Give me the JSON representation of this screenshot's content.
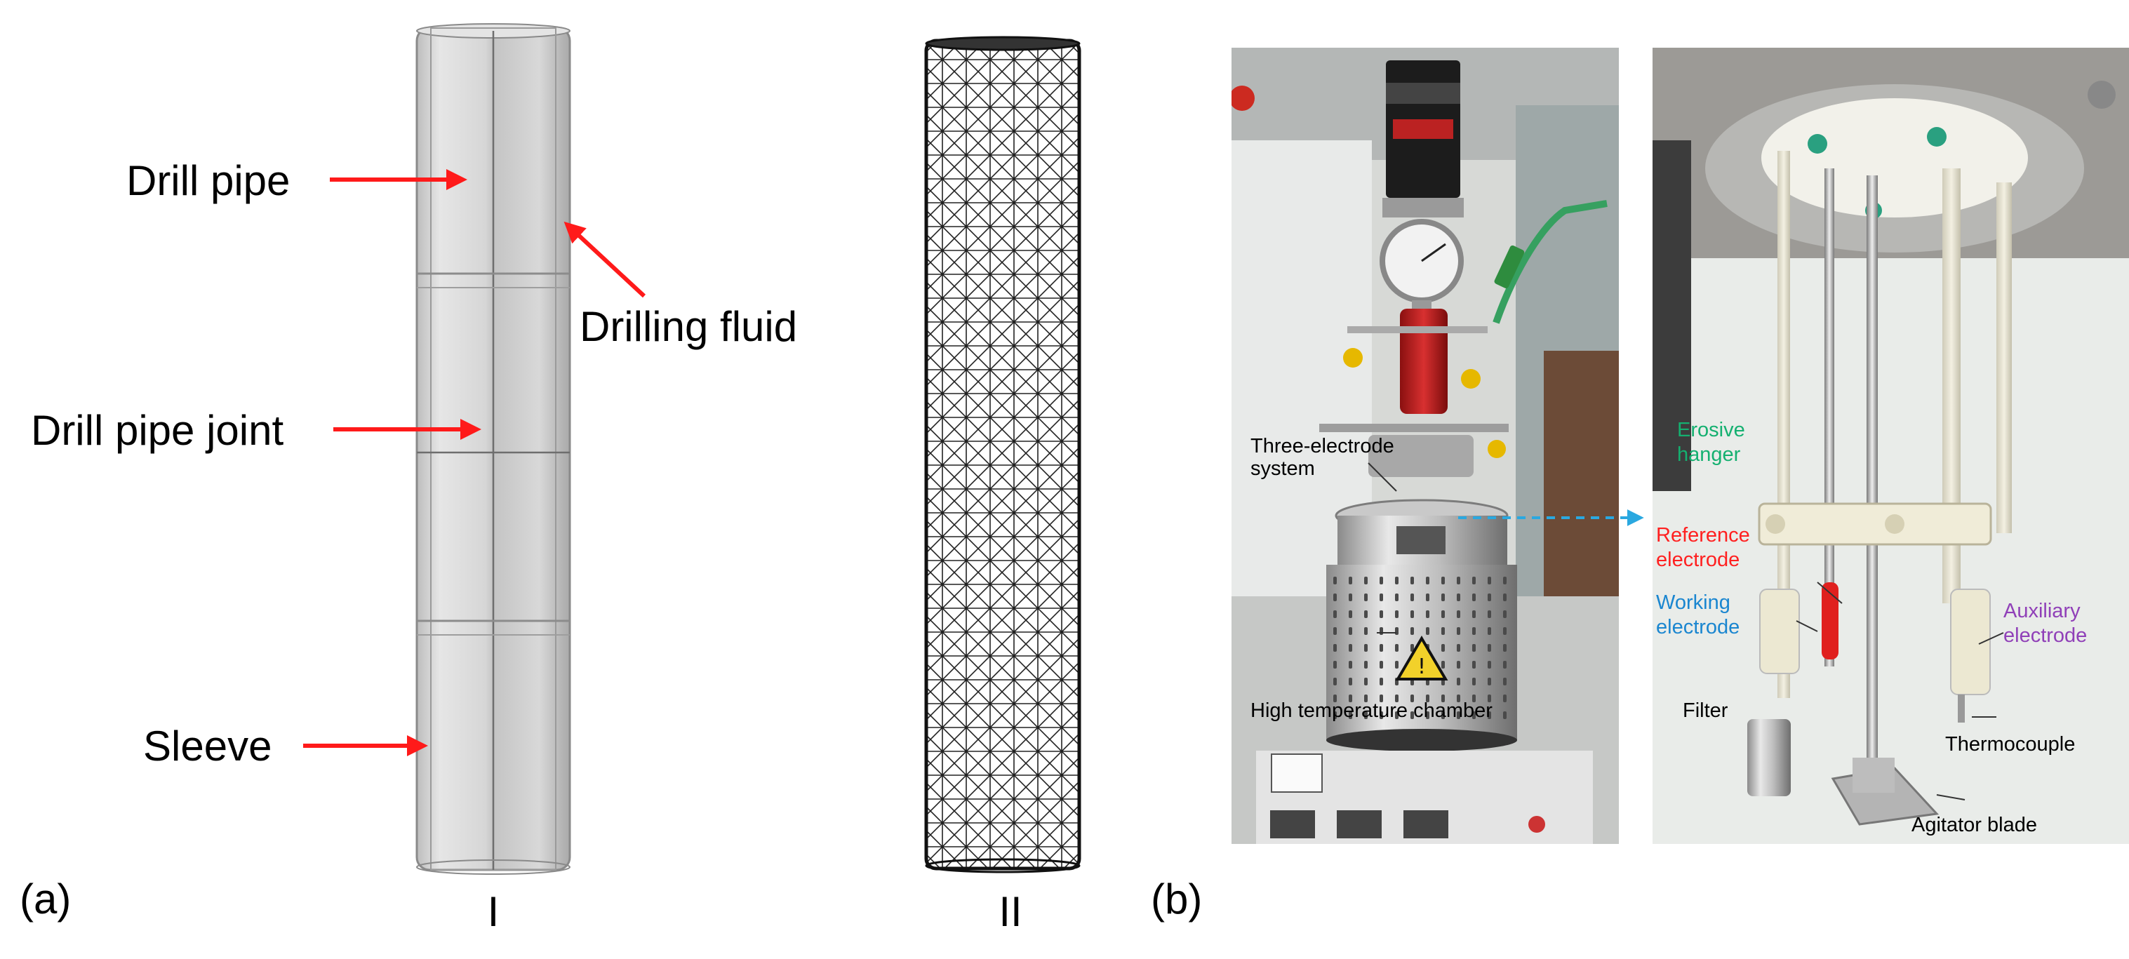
{
  "panel_a": {
    "label": "(a)",
    "model_solid": {
      "label": "I",
      "annotations": {
        "drill_pipe": "Drill pipe",
        "drilling_fluid": "Drilling fluid",
        "drill_pipe_joint": "Drill pipe joint",
        "sleeve": "Sleeve"
      }
    },
    "model_mesh": {
      "label": "II"
    }
  },
  "panel_b": {
    "label": "(b)",
    "photo_left": {
      "three_electrode_line1": "Three-electrode",
      "three_electrode_line2": "system",
      "high_temp_chamber": "High temperature chamber"
    },
    "photo_right": {
      "erosive_line1": "Erosive",
      "erosive_line2": "hanger",
      "reference_line1": "Reference",
      "reference_line2": "electrode",
      "working_line1": "Working",
      "working_line2": "electrode",
      "auxiliary_line1": "Auxiliary",
      "auxiliary_line2": "electrode",
      "filter": "Filter",
      "thermocouple": "Thermocouple",
      "agitator_blade": "Agitator blade"
    }
  },
  "colors": {
    "arrow_red": "#ff1a1a",
    "erosive_green": "#14b070",
    "reference_red": "#ff2020",
    "working_blue": "#1a86d0",
    "auxiliary_purple": "#9040b8",
    "connector_cyan": "#2aa8e0"
  }
}
